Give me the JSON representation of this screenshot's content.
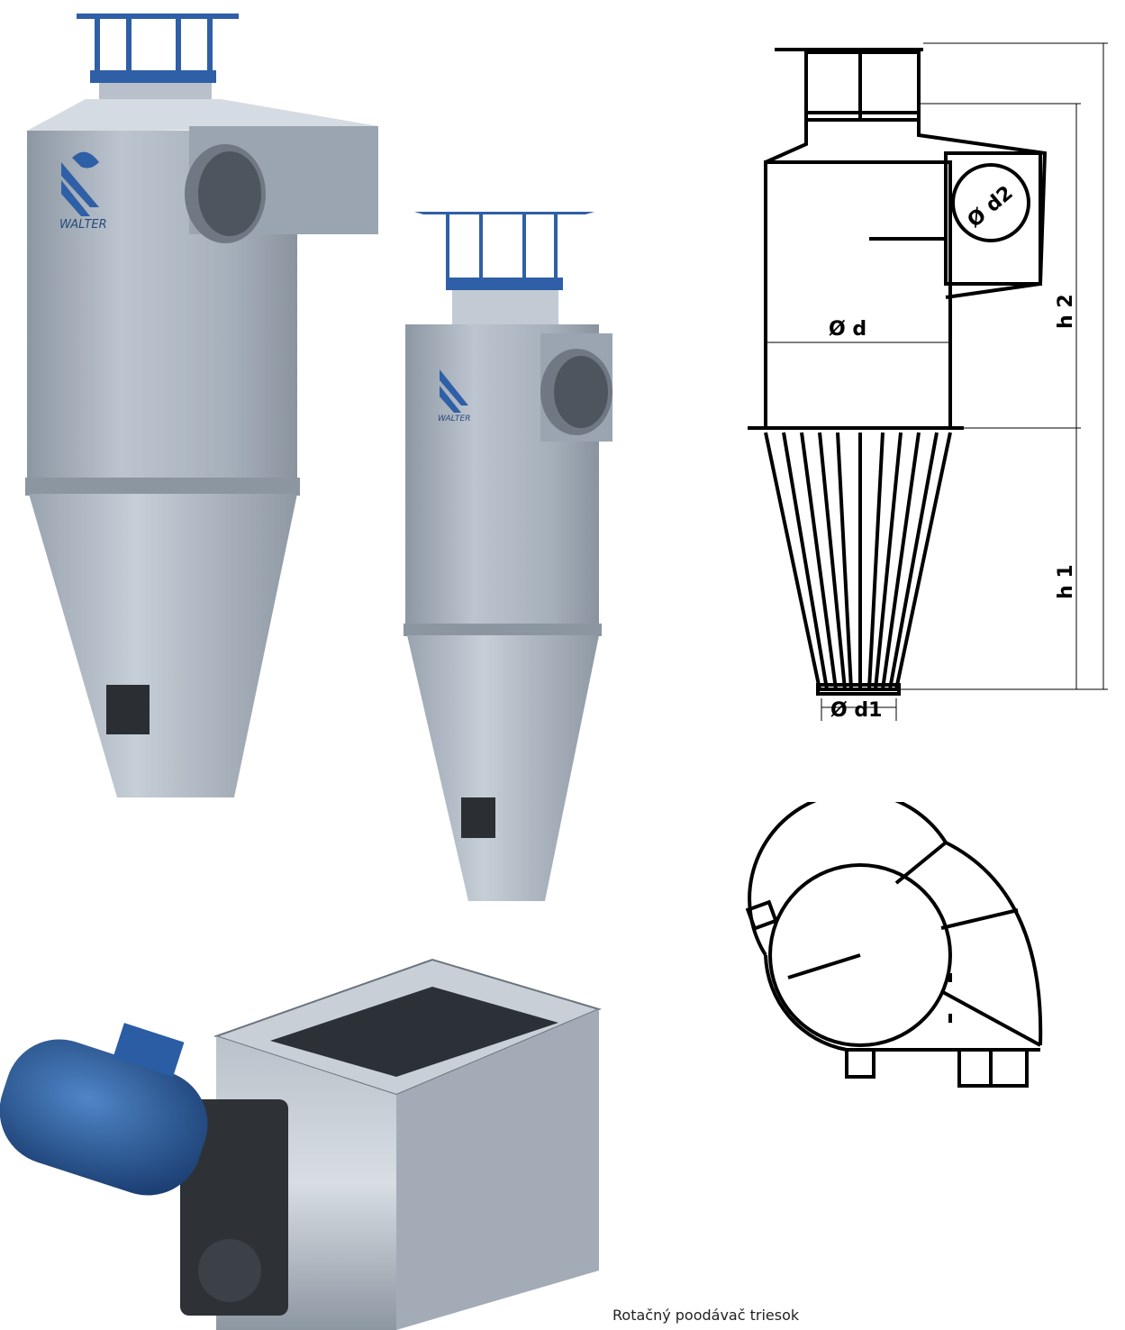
{
  "brand": {
    "logo_text": "WALTER",
    "accent": "#2f5fa6",
    "steel": "#a9b3bf"
  },
  "drawing_front": {
    "labels": {
      "d": "Ø d",
      "d1": "Ø d1",
      "d2": "Ø d2",
      "h1": "h 1",
      "h2": "h 2"
    }
  },
  "caption": "Rotačný poodávač triesok"
}
